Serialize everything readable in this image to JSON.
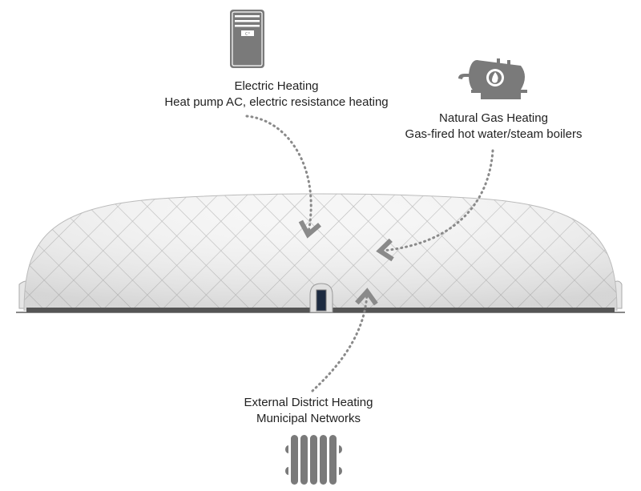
{
  "sources": [
    {
      "title": "Electric Heating",
      "subtitle": "Heat pump AC, electric resistance heating",
      "icon": "electric-heater-tower-icon"
    },
    {
      "title": "Natural Gas Heating",
      "subtitle": "Gas-fired hot water/steam boilers",
      "icon": "gas-boiler-icon"
    },
    {
      "title": "External District Heating",
      "subtitle": "Municipal Networks",
      "icon": "radiator-icon"
    }
  ],
  "heater_display": "C°",
  "colors": {
    "icon": "#7a7a7a",
    "arrow": "#8a8a8a",
    "dome": "#f4f4f4",
    "lattice": "#b5b5b5",
    "base": "#555555"
  }
}
